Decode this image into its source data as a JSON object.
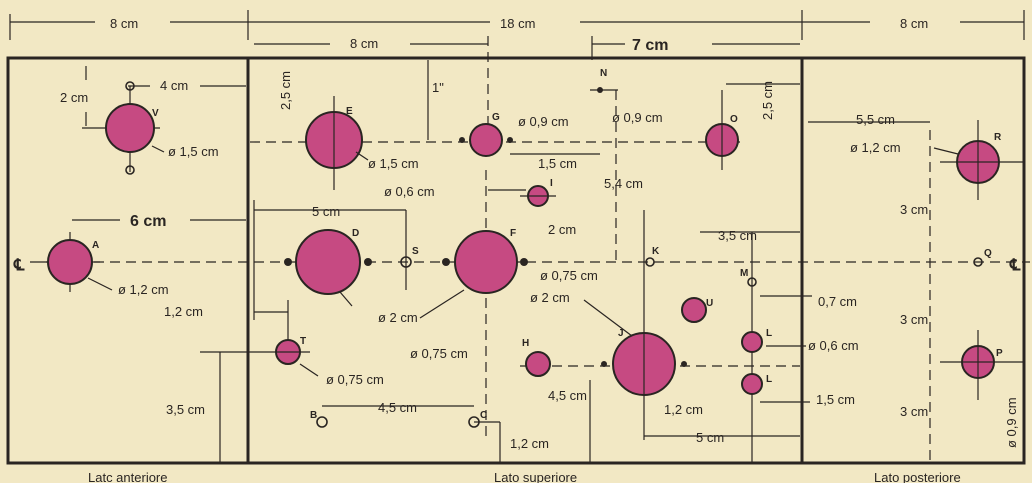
{
  "dims": {
    "top_left": "8 cm",
    "top_mid": "18 cm",
    "top_right": "8 cm",
    "sub_8": "8 cm",
    "sub_7": "7 cm",
    "d_4": "4 cm",
    "d_2": "2 cm",
    "d_6": "6 cm",
    "d_5a": "5 cm",
    "d_12a": "1,2 cm",
    "d_35a": "3,5 cm",
    "d_25a": "2,5 cm",
    "d_1": "1\"",
    "d_25b": "2,5 cm",
    "d_09a": "ø 0,9 cm",
    "d_09b": "ø 0,9 cm",
    "d_15a": "1,5 cm",
    "d_54": "5,4 cm",
    "d_2b": "2 cm",
    "d_45a": "4,5 cm",
    "d_12b": "1,2 cm",
    "d_45b": "4,5 cm",
    "d_35b": "3,5 cm",
    "d_07": "0,7 cm",
    "d_12c": "1,2 cm",
    "d_15b": "1,5 cm",
    "d_5b": "5 cm",
    "d_55": "5,5 cm",
    "d_3a": "3 cm",
    "d_3b": "3 cm",
    "d_3c": "3 cm"
  },
  "diameters": {
    "v": "ø 1,5 cm",
    "a": "ø 1,2 cm",
    "e": "ø 1,5 cm",
    "i": "ø 0,6 cm",
    "f": "ø 2 cm",
    "t": "ø 0,75 cm",
    "h": "ø 0,75 cm",
    "u": "ø 0,75 cm",
    "j": "ø 2 cm",
    "l": "ø 0,6 cm",
    "r": "ø 1,2 cm",
    "p": "ø 0,9 cm"
  },
  "holes": {
    "A": "A",
    "B": "B",
    "C": "C",
    "D": "D",
    "E": "E",
    "F": "F",
    "G": "G",
    "H": "H",
    "I": "I",
    "J": "J",
    "K": "K",
    "L1": "L",
    "L2": "L",
    "M": "M",
    "N": "N",
    "O": "O",
    "P": "P",
    "Q": "Q",
    "R": "R",
    "S": "S",
    "T": "T",
    "U": "U",
    "V": "V"
  },
  "centerline": "℄",
  "captions": {
    "front": "Latc anteriore",
    "top": "Lato superiore",
    "back": "Lato posteriore"
  },
  "colors": {
    "paper": "#f2e8c4",
    "hole_fill": "#c64a82",
    "ink": "#2a2522"
  }
}
